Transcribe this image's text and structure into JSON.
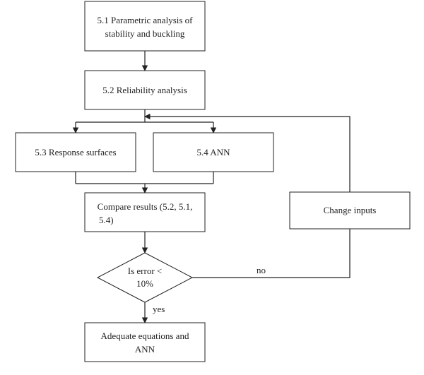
{
  "nodes": {
    "parametric": {
      "line1": "5.1 Parametric analysis of",
      "line2": "stability and buckling"
    },
    "reliability": {
      "text": "5.2 Reliability analysis"
    },
    "response": {
      "text": "5.3 Response surfaces"
    },
    "ann": {
      "text": "5.4 ANN"
    },
    "compare": {
      "line1": "Compare results (5.2, 5.1,",
      "line2": "5.4)"
    },
    "decision": {
      "line1": "Is error <",
      "line2": "10%"
    },
    "change": {
      "text": "Change inputs"
    },
    "adequate": {
      "line1": "Adequate equations and",
      "line2": "ANN"
    }
  },
  "edges": {
    "no_label": "no",
    "yes_label": "yes"
  }
}
